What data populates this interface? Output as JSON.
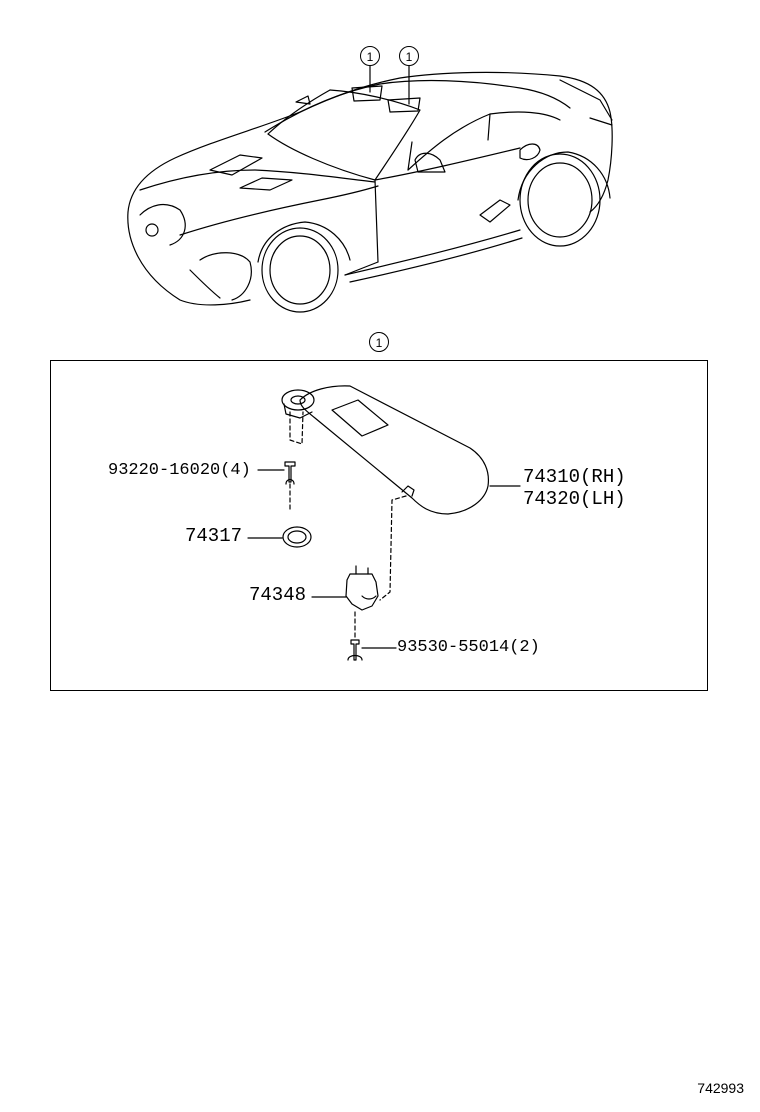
{
  "callouts": {
    "top_left": "1",
    "top_right": "1",
    "detail": "1"
  },
  "parts": {
    "screw_top": "93220-16020(4)",
    "visor_rh": "74310(RH)",
    "visor_lh": "74320(LH)",
    "holder_cap": "74317",
    "hook": "74348",
    "screw_bottom": "93530-55014(2)"
  },
  "figure_code": "742993"
}
